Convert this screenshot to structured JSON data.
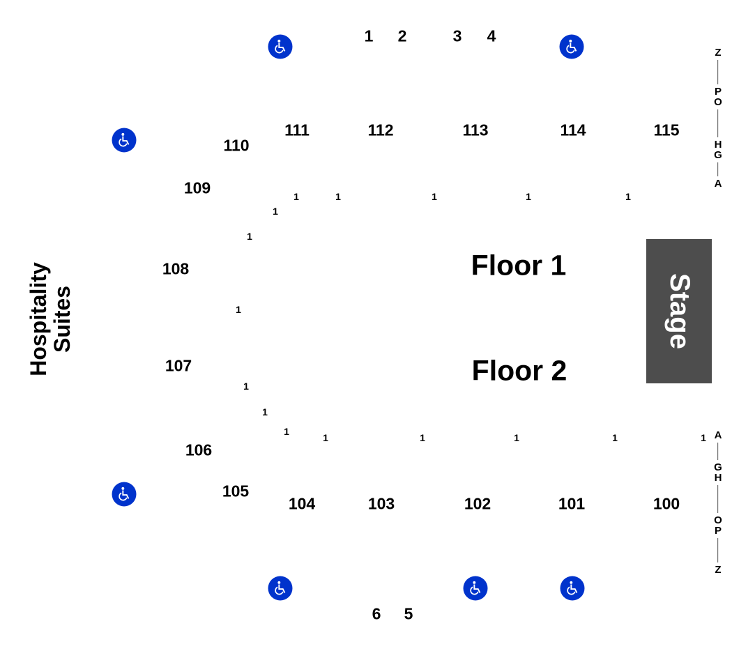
{
  "map": {
    "stage_label": "Stage",
    "floor_labels": [
      "Floor 1",
      "Floor 2"
    ],
    "hospitality_label_lines": [
      "Hospitality",
      "Suites"
    ],
    "accent_color": "#0033cc",
    "stage_color": "#4d4d4d",
    "top_sections": [
      "110",
      "111",
      "112",
      "113",
      "114",
      "115"
    ],
    "side_sections": [
      "109",
      "108",
      "107",
      "106"
    ],
    "bottom_sections": [
      "105",
      "104",
      "103",
      "102",
      "101",
      "100"
    ],
    "gates_top": [
      "1",
      "2",
      "3",
      "4"
    ],
    "gates_bottom": [
      "6",
      "5"
    ],
    "row_marker": "1",
    "row_scale_top": [
      "Z",
      "P",
      "O",
      "H",
      "G",
      "A"
    ],
    "row_scale_bottom": [
      "A",
      "G",
      "H",
      "O",
      "P",
      "Z"
    ],
    "accessibility_icon": "wheelchair-icon"
  }
}
